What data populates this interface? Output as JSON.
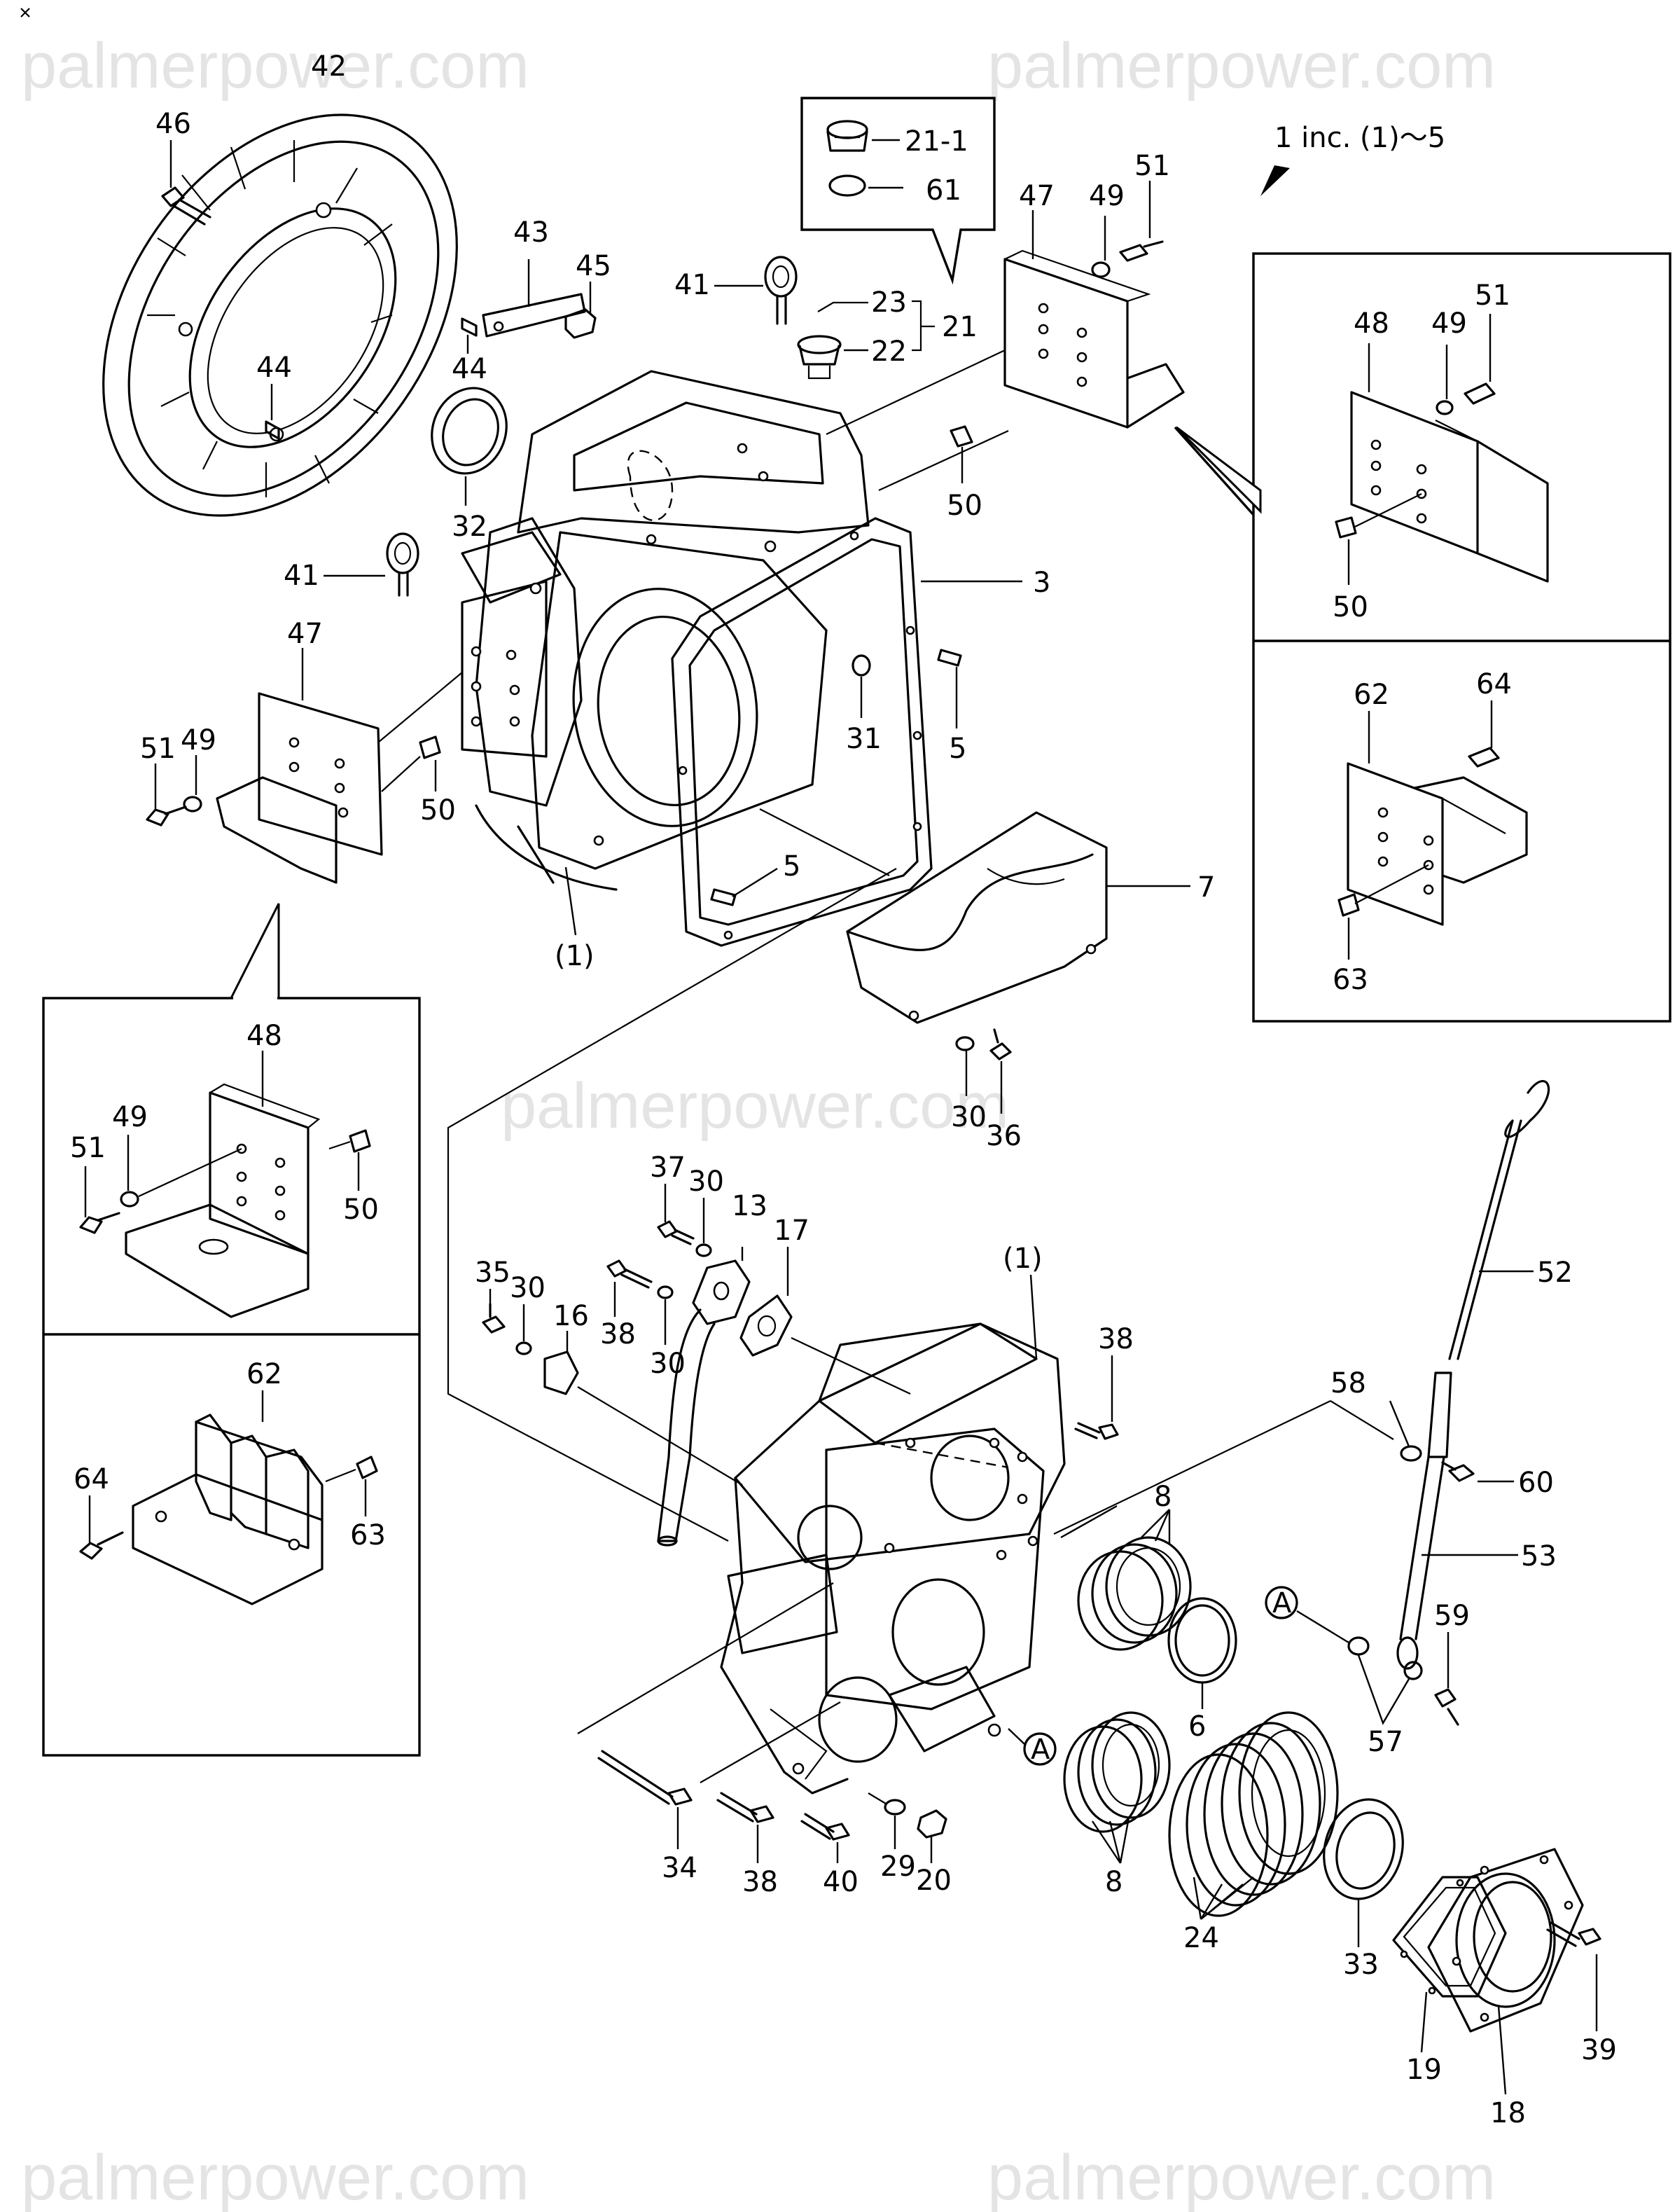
{
  "watermark": "palmerpower.com",
  "note": "1 inc. (1)～5",
  "labels": {
    "p1_top": "(1)",
    "p1_bottom": "(1)",
    "p3": "3",
    "p5a": "5",
    "p5b": "5",
    "p6": "6",
    "p7": "7",
    "p8a": "8",
    "p8b": "8",
    "p13": "13",
    "p16": "16",
    "p17": "17",
    "p18": "18",
    "p19": "19",
    "p20": "20",
    "p21": "21",
    "p21_1": "21-1",
    "p22": "22",
    "p23": "23",
    "p24": "24",
    "p29": "29",
    "p30a": "30",
    "p30b": "30",
    "p30c": "30",
    "p30d": "30",
    "p31": "31",
    "p32": "32",
    "p33": "33",
    "p34": "34",
    "p35": "35",
    "p36": "36",
    "p37": "37",
    "p38a": "38",
    "p38b": "38",
    "p38c": "38",
    "p39": "39",
    "p40": "40",
    "p41a": "41",
    "p41b": "41",
    "p42": "42",
    "p43": "43",
    "p44a": "44",
    "p44b": "44",
    "p45": "45",
    "p46": "46",
    "p47a": "47",
    "p47b": "47",
    "p48a": "48",
    "p48b": "48",
    "p49a": "49",
    "p49b": "49",
    "p49c": "49",
    "p49d": "49",
    "p50a": "50",
    "p50b": "50",
    "p50c": "50",
    "p50d": "50",
    "p51a": "51",
    "p51b": "51",
    "p51c": "51",
    "p51d": "51",
    "p52": "52",
    "p53": "53",
    "p57": "57",
    "p58": "58",
    "p59": "59",
    "p60": "60",
    "p61": "61",
    "p62a": "62",
    "p62b": "62",
    "p63a": "63",
    "p63b": "63",
    "p64a": "64",
    "p64b": "64",
    "refA1": "A",
    "refA2": "A"
  }
}
